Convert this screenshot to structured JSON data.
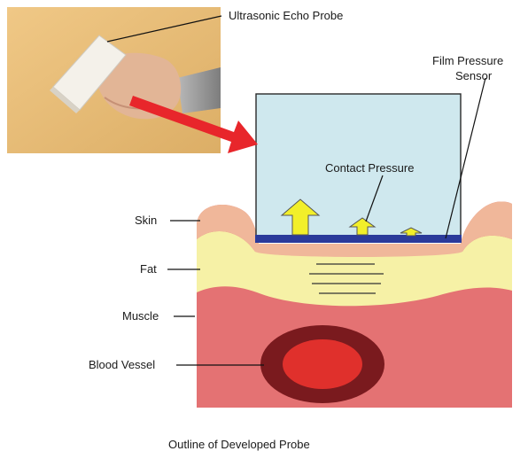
{
  "labels": {
    "probe": "Ultrasonic Echo Probe",
    "film_line1": "Film Pressure",
    "film_line2": "Sensor",
    "contact": "Contact Pressure",
    "skin": "Skin",
    "fat": "Fat",
    "muscle": "Muscle",
    "vessel": "Blood Vessel"
  },
  "caption": "Outline of Developed Probe",
  "colors": {
    "probe_glass": "#cfe8ee",
    "sensor_strip": "#2b3a9a",
    "skin": "#f0b79a",
    "fat": "#f6f1a6",
    "muscle": "#e47273",
    "vessel_outer": "#7a1a1e",
    "vessel_inner": "#e0302c",
    "arrow_fill": "#f2ef2a",
    "red_arrow": "#e8262b",
    "photo_bg": "#e9bf7a"
  }
}
